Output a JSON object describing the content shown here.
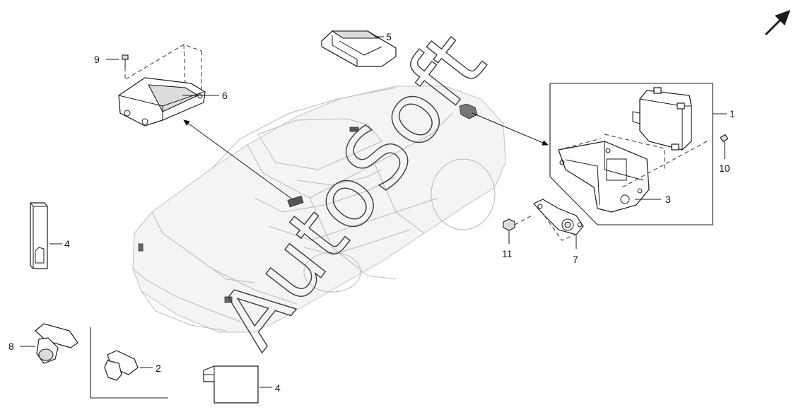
{
  "diagram": {
    "callouts": {
      "p1": "1",
      "p2": "2",
      "p3": "3",
      "p4a": "4",
      "p4b": "4",
      "p5": "5",
      "p6": "6",
      "p7": "7",
      "p8": "8",
      "p9": "9",
      "p10": "10",
      "p11": "11"
    },
    "watermark": "AutoSoft",
    "direction_arrow_icon": "front-direction-arrow-icon"
  }
}
